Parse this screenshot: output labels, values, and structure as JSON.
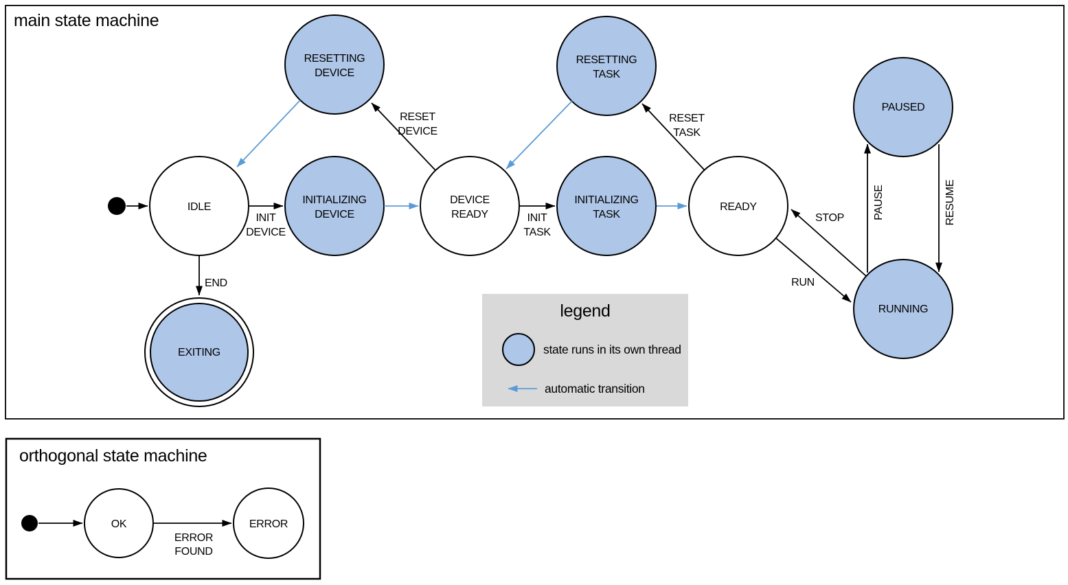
{
  "colors": {
    "thread-fill": "#aec6e8",
    "auto-arrow": "#5b9bd5",
    "legend-bg": "#d9d9d9",
    "line": "#000000"
  },
  "main": {
    "title": "main state machine",
    "states": {
      "idle": "IDLE",
      "initializing_device": [
        "INITIALIZING",
        "DEVICE"
      ],
      "device_ready": [
        "DEVICE",
        "READY"
      ],
      "initializing_task": [
        "INITIALIZING",
        "TASK"
      ],
      "ready": "READY",
      "resetting_device": [
        "RESETTING",
        "DEVICE"
      ],
      "resetting_task": [
        "RESETTING",
        "TASK"
      ],
      "paused": "PAUSED",
      "running": "RUNNING",
      "exiting": "EXITING"
    },
    "transitions": {
      "init_device": [
        "INIT",
        "DEVICE"
      ],
      "init_task": [
        "INIT",
        "TASK"
      ],
      "reset_device": [
        "RESET",
        "DEVICE"
      ],
      "reset_task": [
        "RESET",
        "TASK"
      ],
      "end": "END",
      "run": "RUN",
      "stop": "STOP",
      "pause": "PAUSE",
      "resume": "RESUME"
    },
    "legend": {
      "title": "legend",
      "thread_label": "state runs in its own thread",
      "auto_label": "automatic transition"
    }
  },
  "orthogonal": {
    "title": "orthogonal state machine",
    "states": {
      "ok": "OK",
      "error": "ERROR"
    },
    "transitions": {
      "error_found": [
        "ERROR",
        "FOUND"
      ]
    }
  }
}
